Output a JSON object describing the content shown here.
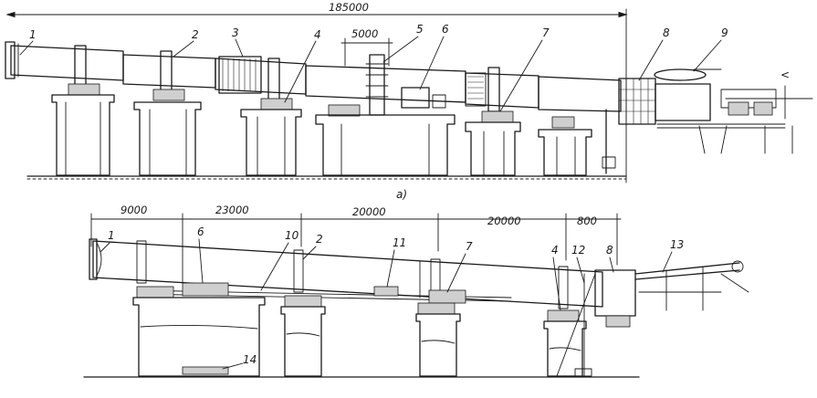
{
  "figure_a": {
    "overall_dimension": "185000",
    "pier_spacing": "5000",
    "callouts": [
      "1",
      "2",
      "3",
      "4",
      "5",
      "6",
      "7",
      "8",
      "9"
    ],
    "caption": "a)",
    "side_mark": "<"
  },
  "figure_b": {
    "dimensions": [
      "9000",
      "23000",
      "20000",
      "20000",
      "800"
    ],
    "callouts": [
      "1",
      "6",
      "10",
      "2",
      "11",
      "7",
      "4",
      "12",
      "8",
      "13",
      "14"
    ]
  }
}
